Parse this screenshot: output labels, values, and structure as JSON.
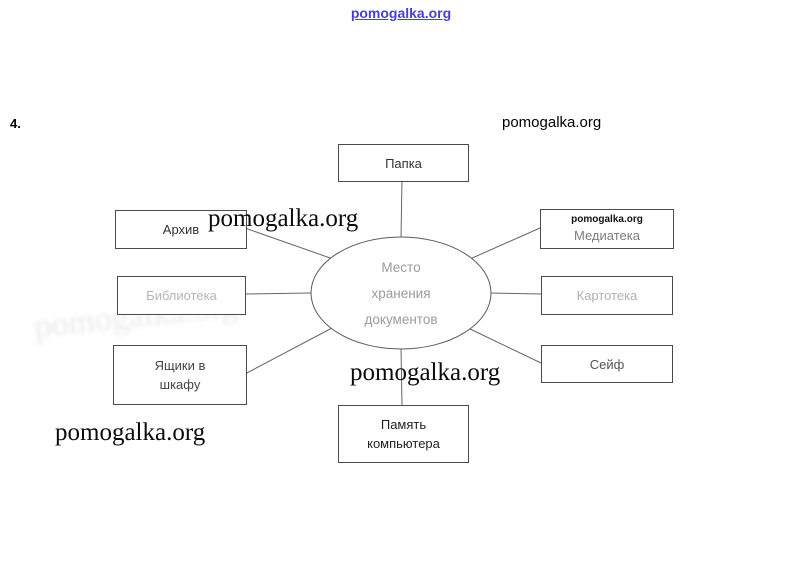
{
  "meta": {
    "question_number": "4."
  },
  "watermarks": {
    "top_link": "pomogalka.org",
    "header": "pomogalka.org",
    "upper_mid": "pomogalka.org",
    "node_small": "pomogalka.org",
    "lower_mid": "pomogalka.org",
    "bottom_left": "pomogalka.org",
    "ghost": "pomogalka.org"
  },
  "diagram": {
    "center": {
      "line1": "Место",
      "line2": "хранения",
      "line3": "документов"
    },
    "nodes": {
      "papka": {
        "label": "Папка"
      },
      "arhiv": {
        "label": "Архив"
      },
      "mediateka": {
        "label": "Медиатека"
      },
      "biblioteka": {
        "label": "Библиотека"
      },
      "kartoteka": {
        "label": "Картотека"
      },
      "yashiki": {
        "line1": "Ящики в",
        "line2": "шкафу"
      },
      "seyf": {
        "label": "Сейф"
      },
      "pamyat": {
        "line1": "Память",
        "line2": "компьютера"
      }
    }
  }
}
